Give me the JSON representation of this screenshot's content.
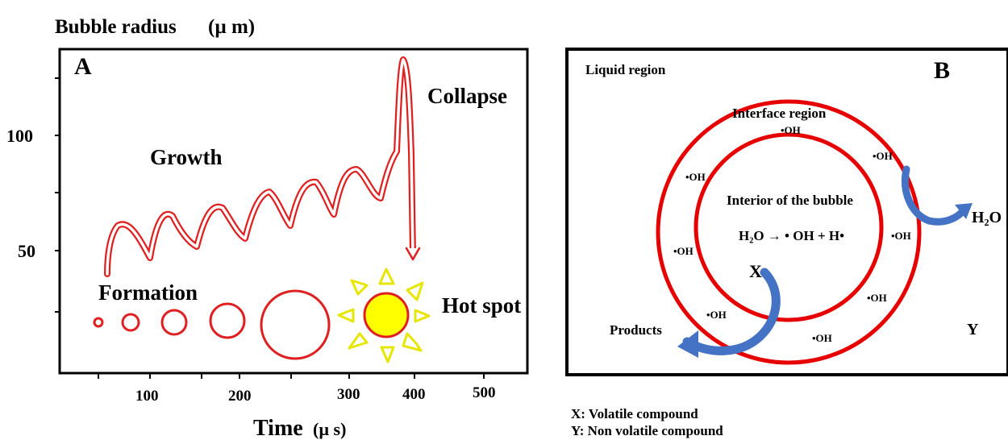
{
  "panel_a": {
    "y_axis_title": "Bubble radius",
    "y_axis_unit": "(µ m)",
    "x_axis_title": "Time",
    "x_axis_unit": "(µ s)",
    "panel_letter": "A",
    "y_ticks": [
      "100",
      "50"
    ],
    "x_ticks": [
      "100",
      "200",
      "300",
      "400",
      "500"
    ],
    "labels": {
      "growth": "Growth",
      "collapse": "Collapse",
      "formation": "Formation",
      "hot_spot": "Hot spot"
    },
    "colors": {
      "curve": "#e02020",
      "sun_fill": "#ffff00",
      "sun_rays": "#e6e600"
    }
  },
  "panel_b": {
    "panel_letter": "B",
    "liquid_region": "Liquid region",
    "interface_region": "Interface region",
    "interior": "Interior of the bubble",
    "reaction": "H₂O → • OH + H•",
    "radical": "•OH",
    "x_label": "X",
    "y_label": "Y",
    "products": "Products",
    "h2o": "H₂O",
    "colors": {
      "circles": "#e60000",
      "arrows": "#4472c4"
    }
  },
  "legend": {
    "x_def": "X: Volatile compound",
    "y_def": "Y: Non volatile compound"
  }
}
